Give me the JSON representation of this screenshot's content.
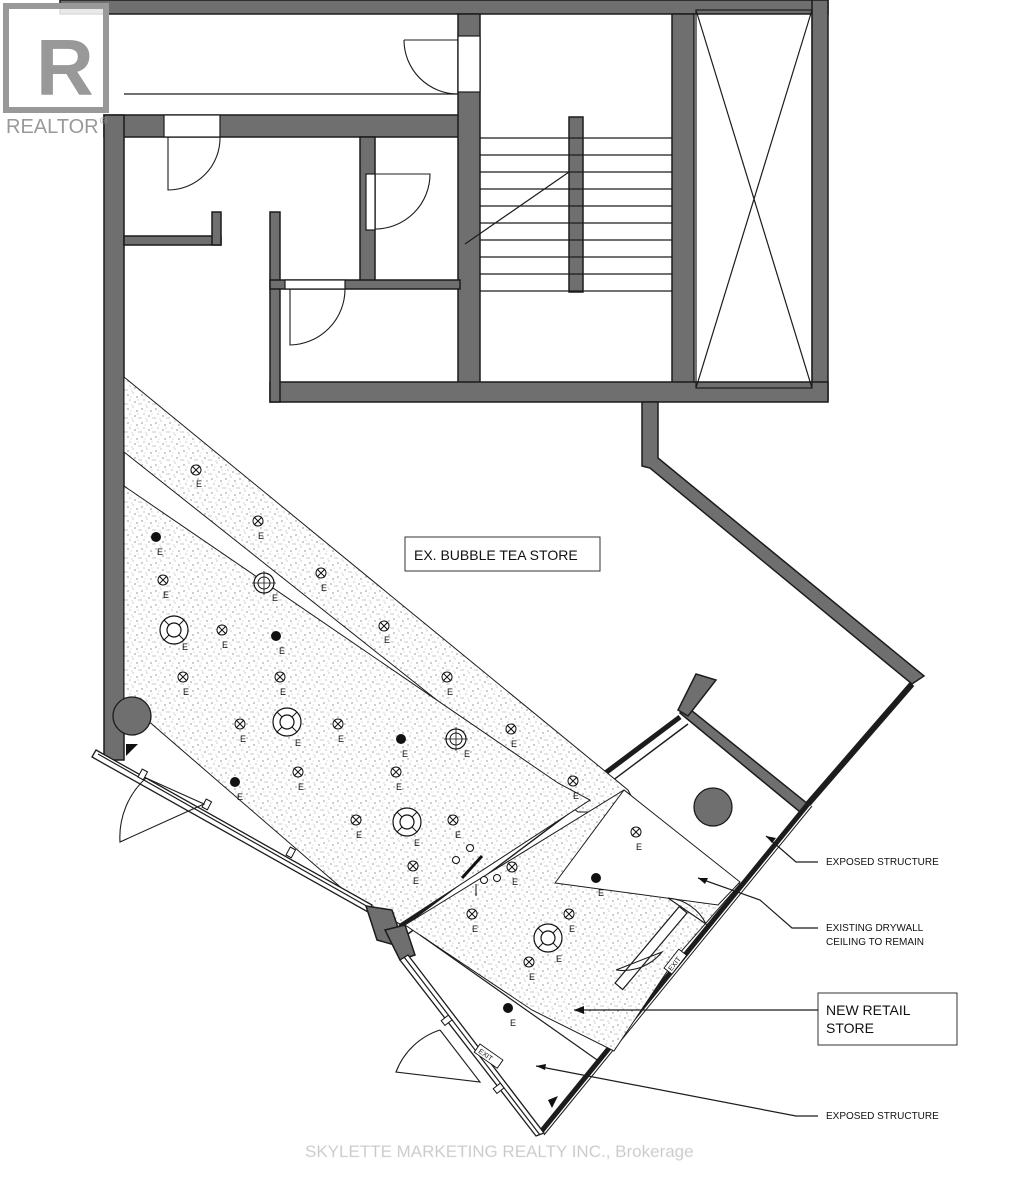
{
  "logo": {
    "wordmark": "REALTOR",
    "reg_mark": "®"
  },
  "labels": {
    "bubble_tea": "EX. BUBBLE TEA STORE",
    "new_retail_line1": "NEW RETAIL",
    "new_retail_line2": "STORE",
    "exposed_structure_1": "EXPOSED STRUCTURE",
    "existing_drywall_line1": "EXISTING DRYWALL",
    "existing_drywall_line2": "CEILING TO REMAIN",
    "exposed_structure_2": "EXPOSED STRUCTURE",
    "exit_sign": "EXIT",
    "fixture_tag": "E"
  },
  "watermark": "SKYLETTE MARKETING REALTY INC., Brokerage",
  "colors": {
    "wall": "#6f6f6f",
    "line": "#1c1c1c",
    "watermark": "#c8c8c8"
  }
}
